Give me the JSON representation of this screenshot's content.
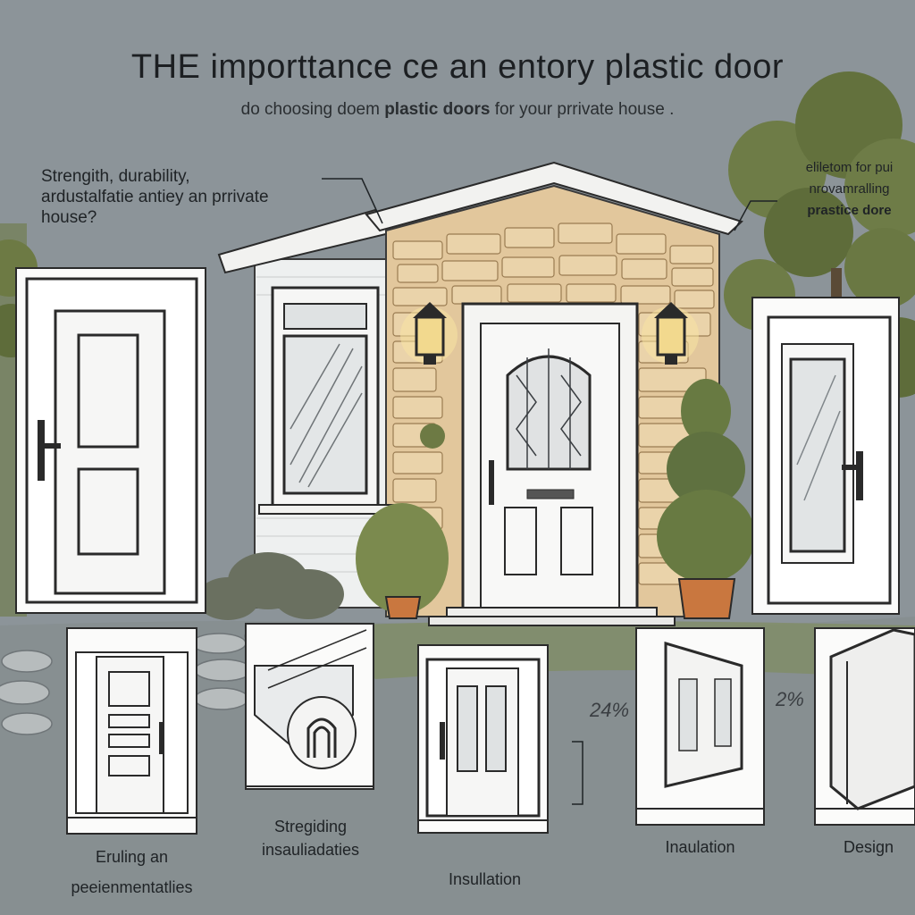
{
  "header": {
    "title": "THE importtance ce an entory plastic door",
    "subtitle_pre": "do choosing doem ",
    "subtitle_bold": "plastic doors",
    "subtitle_post": " for your prrivate house ."
  },
  "callouts": {
    "left_line1": "Strengith, durability,",
    "left_line2": "ardustalfatie antiey an prrivate",
    "left_line3": "house?",
    "right_line1": "eliletom for pui",
    "right_line2": "nrovamralling",
    "right_line3": "prastice dore"
  },
  "panels": [
    {
      "caption_line1": "Eruling an",
      "caption_line2": "peeienmentatlies"
    },
    {
      "caption_line1": "Stregiding",
      "caption_line2": "insauliadaties"
    },
    {
      "caption_line1": "Insullation",
      "caption_line2": ""
    },
    {
      "caption_line1": "Inaulation",
      "caption_line2": ""
    },
    {
      "caption_line1": "Design",
      "caption_line2": ""
    }
  ],
  "measurements": {
    "left": "24%",
    "right": "2%"
  },
  "colors": {
    "background": "#8c9499",
    "stone": "#e2c79c",
    "foliage": "#6d7a44",
    "door": "#f4f4f2",
    "roof": "#f2f2f0",
    "lamp_glow": "#f7e3a3"
  }
}
